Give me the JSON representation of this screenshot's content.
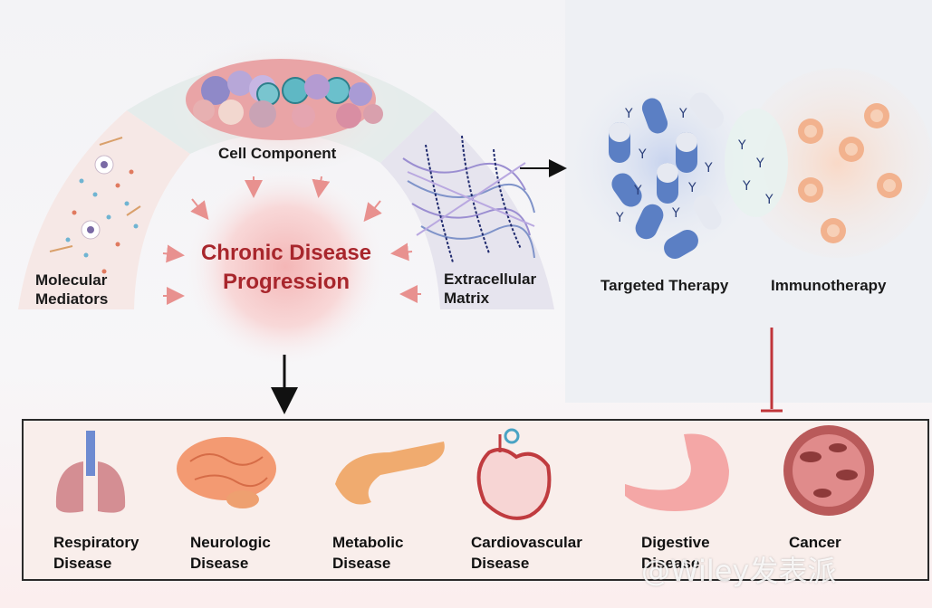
{
  "mechanisms": {
    "cell_component": "Cell Component",
    "molecular_mediators": [
      "Molecular",
      "Mediators"
    ],
    "extracellular_matrix": [
      "Extracellular",
      "Matrix"
    ],
    "center_title": [
      "Chronic Disease",
      "Progression"
    ]
  },
  "therapies": {
    "targeted": "Targeted Therapy",
    "immuno": "Immunotherapy"
  },
  "diseases": [
    {
      "line1": "Respiratory",
      "line2": "Disease"
    },
    {
      "line1": "Neurologic",
      "line2": "Disease"
    },
    {
      "line1": "Metabolic",
      "line2": "Disease"
    },
    {
      "line1": "Cardiovascular",
      "line2": "Disease"
    },
    {
      "line1": "Digestive",
      "line2": "Disease"
    },
    {
      "line1": "Cancer",
      "line2": ""
    }
  ],
  "watermark": "@Wiley发表派",
  "colors": {
    "accent_red": "#a8262c",
    "inhibit_red": "#c0353a",
    "arrow_pink": "#e8918f",
    "capsule_blue": "#5b7fc4",
    "immune_orange": "#f2a37e"
  }
}
